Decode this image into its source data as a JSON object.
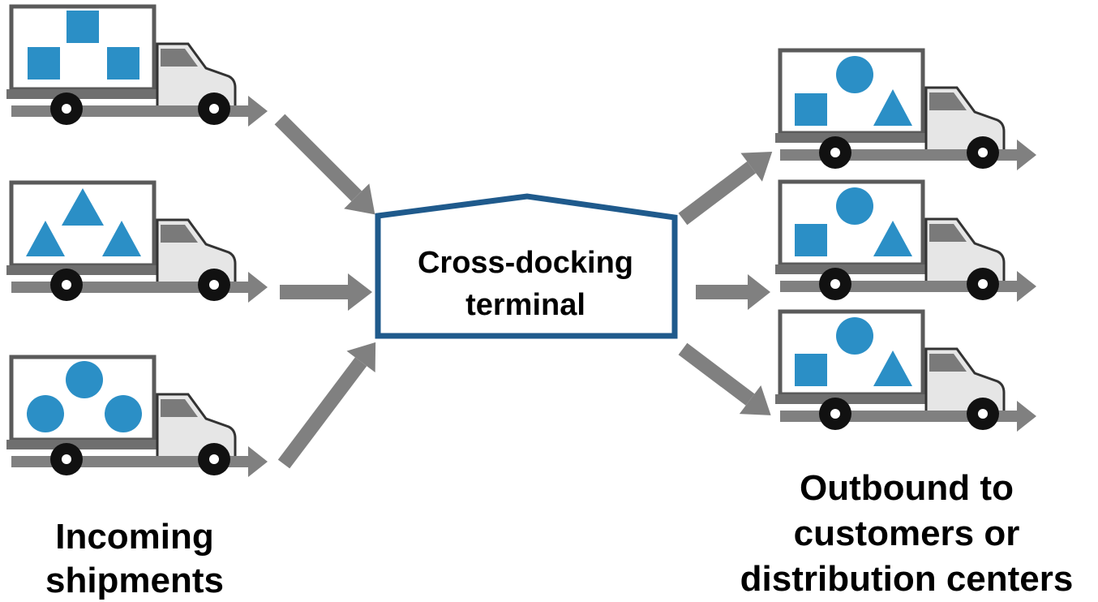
{
  "terminal": {
    "line1": "Cross-docking",
    "line2": "terminal"
  },
  "incoming": {
    "line1": "Incoming",
    "line2": "shipments",
    "trucks": [
      {
        "cargo": [
          "square",
          "square",
          "square"
        ]
      },
      {
        "cargo": [
          "triangle",
          "triangle",
          "triangle"
        ]
      },
      {
        "cargo": [
          "circle",
          "circle",
          "circle"
        ]
      }
    ]
  },
  "outbound": {
    "line1": "Outbound to",
    "line2": "customers or",
    "line3": "distribution centers",
    "trucks": [
      {
        "cargo": [
          "square",
          "circle",
          "triangle"
        ]
      },
      {
        "cargo": [
          "square",
          "circle",
          "triangle"
        ]
      },
      {
        "cargo": [
          "square",
          "circle",
          "triangle"
        ]
      }
    ]
  },
  "colors": {
    "cargo": "#2b8fc6",
    "terminal_border": "#1f5a8c",
    "arrow": "#808080",
    "truck_box_border": "#5a5a5a",
    "cab": "#e6e6e6"
  }
}
